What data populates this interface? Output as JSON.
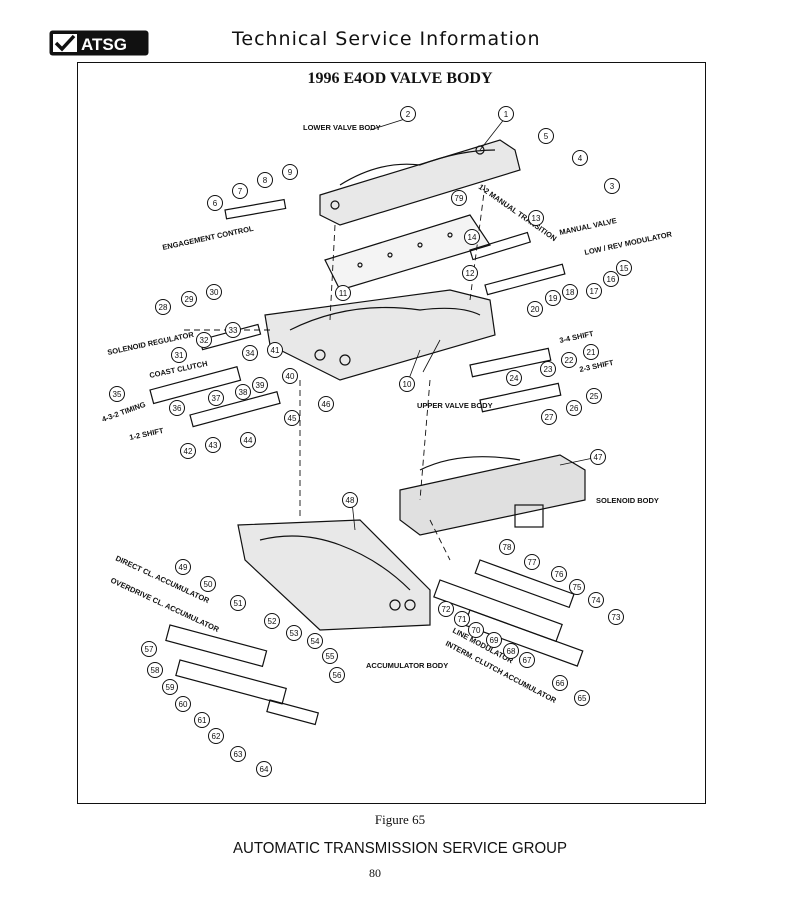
{
  "header": {
    "logo_text": "ATSG",
    "title": "Technical Service Information"
  },
  "diagram": {
    "title": "1996 E4OD VALVE BODY",
    "labels": {
      "lower_valve_body": "LOWER VALVE BODY",
      "engagement_control": "ENGAGEMENT CONTROL",
      "manual_transition": "1-2 MANUAL TRANSITION",
      "manual_valve": "MANUAL VALVE",
      "low_rev_modulator": "LOW / REV MODULATOR",
      "solenoid_regulator": "SOLENOID REGULATOR",
      "coast_clutch": "COAST CLUTCH",
      "timing_432": "4-3-2 TIMING",
      "shift_12": "1-2 SHIFT",
      "shift_34": "3-4 SHIFT",
      "shift_23": "2-3 SHIFT",
      "upper_valve_body": "UPPER VALVE BODY",
      "solenoid_body": "SOLENOID BODY",
      "direct_cl_accumulator": "DIRECT CL. ACCUMULATOR",
      "overdrive_cl_accumulator": "OVERDRIVE CL. ACCUMULATOR",
      "accumulator_body": "ACCUMULATOR BODY",
      "line_modulator": "LINE MODULATOR",
      "interm_clutch_accumulator": "INTERM. CLUTCH ACCUMULATOR"
    },
    "callouts": [
      "1",
      "2",
      "3",
      "4",
      "5",
      "6",
      "7",
      "8",
      "9",
      "10",
      "11",
      "12",
      "13",
      "14",
      "15",
      "16",
      "17",
      "18",
      "19",
      "20",
      "21",
      "22",
      "23",
      "24",
      "25",
      "26",
      "27",
      "28",
      "29",
      "30",
      "31",
      "32",
      "33",
      "34",
      "35",
      "36",
      "37",
      "38",
      "39",
      "40",
      "41",
      "42",
      "43",
      "44",
      "45",
      "46",
      "47",
      "48",
      "49",
      "50",
      "51",
      "52",
      "53",
      "54",
      "55",
      "56",
      "57",
      "58",
      "59",
      "60",
      "61",
      "62",
      "63",
      "64",
      "65",
      "66",
      "67",
      "68",
      "69",
      "70",
      "71",
      "72",
      "73",
      "74",
      "75",
      "76",
      "77",
      "78",
      "79"
    ]
  },
  "caption": "Figure 65",
  "footer": {
    "organization": "AUTOMATIC TRANSMISSION SERVICE GROUP",
    "page_number": "80"
  }
}
